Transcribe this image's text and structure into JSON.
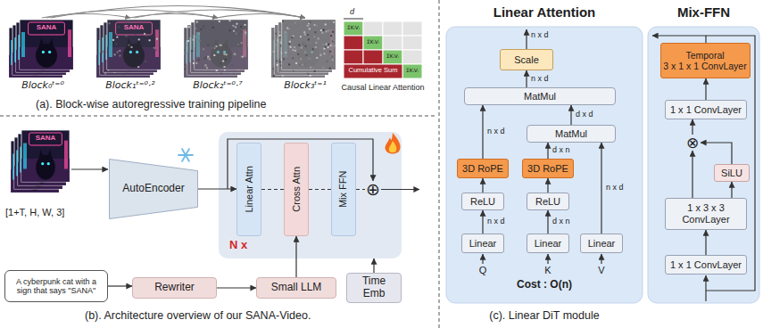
{
  "diagram": {
    "nodes": [
      {
        "text": [
          "N x"
        ]
      },
      {
        "text": [
          "Linear Attn"
        ],
        "in": 0
      },
      {
        "text": [
          "Cross Attn"
        ],
        "in": 0
      },
      {
        "text": [
          "Mix FFN"
        ],
        "in": 0
      },
      {
        "text": [
          "⊕"
        ],
        "in": 0
      },
      {
        "text": [
          "AutoEncoder"
        ]
      },
      {
        "text": [
          "A cyberpunk cat with a sign that says \"SANA\""
        ]
      },
      {
        "text": [
          "Rewriter"
        ]
      },
      {
        "text": [
          "Small LLM"
        ]
      },
      {
        "text": [
          "Time Emb"
        ]
      },
      {
        "text": [
          "Linear Attention",
          "Cost : O(n)"
        ]
      },
      {
        "text": [
          "Scale"
        ],
        "in": 10
      },
      {
        "text": [
          "MatMul"
        ],
        "in": 10
      },
      {
        "text": [
          "MatMul"
        ],
        "in": 10
      },
      {
        "text": [
          "3D RoPE"
        ],
        "in": 10
      },
      {
        "text": [
          "3D RoPE"
        ],
        "in": 10
      },
      {
        "text": [
          "ReLU"
        ],
        "in": 10
      },
      {
        "text": [
          "ReLU"
        ],
        "in": 10
      },
      {
        "text": [
          "Linear"
        ],
        "in": 10
      },
      {
        "text": [
          "Linear"
        ],
        "in": 10
      },
      {
        "text": [
          "Linear"
        ],
        "in": 10
      },
      {
        "text": [
          "Mix-FFN"
        ]
      },
      {
        "text": [
          "Temporal",
          "3 x 1 x 1 ConvLayer"
        ],
        "in": 21
      },
      {
        "text": [
          "1 x 1 ConvLayer"
        ],
        "in": 21
      },
      {
        "text": [
          "⊗"
        ],
        "in": 21
      },
      {
        "text": [
          "SiLU"
        ],
        "in": 21
      },
      {
        "text": [
          "1 x 3 x 3 ConvLayer"
        ],
        "in": 21
      },
      {
        "text": [
          "1 x 1 ConvLayer"
        ],
        "in": 21
      }
    ],
    "edges": [
      {
        "from": 5,
        "to": 1,
        "arrow": "to"
      },
      {
        "from": 1,
        "to": 2,
        "arrow": "none"
      },
      {
        "from": 2,
        "to": 3,
        "arrow": "none"
      },
      {
        "from": 3,
        "to": 4,
        "arrow": "none"
      },
      {
        "from": 6,
        "to": 7,
        "arrow": "to"
      },
      {
        "from": 7,
        "to": 8,
        "arrow": "to"
      },
      {
        "from": 8,
        "to": 2,
        "arrow": "to"
      },
      {
        "from": 9,
        "to": 0,
        "arrow": "to"
      },
      {
        "from": 18,
        "to": 16,
        "arrow": "to",
        "label": "n x d"
      },
      {
        "from": 16,
        "to": 14,
        "arrow": "to"
      },
      {
        "from": 14,
        "to": 12,
        "arrow": "to",
        "label": "n x d"
      },
      {
        "from": 19,
        "to": 17,
        "arrow": "to",
        "label": "d x n"
      },
      {
        "from": 17,
        "to": 15,
        "arrow": "to"
      },
      {
        "from": 15,
        "to": 13,
        "arrow": "to",
        "label": "d x n"
      },
      {
        "from": 20,
        "to": 13,
        "arrow": "to",
        "label": "n x d"
      },
      {
        "from": 13,
        "to": 12,
        "arrow": "to",
        "label": "d x d"
      },
      {
        "from": 12,
        "to": 11,
        "arrow": "to",
        "label": "n x d"
      },
      {
        "from": 27,
        "to": 26,
        "arrow": "to"
      },
      {
        "from": 26,
        "to": 24,
        "arrow": "to"
      },
      {
        "from": 26,
        "to": 25,
        "arrow": "to"
      },
      {
        "from": 25,
        "to": 24,
        "arrow": "to"
      },
      {
        "from": 24,
        "to": 23,
        "arrow": "to"
      },
      {
        "from": 23,
        "to": 22,
        "arrow": "to"
      }
    ],
    "labels": [
      "SANA",
      "SANA",
      "Block₀ᵗ⁼⁰",
      "Block₁ᵗ⁼⁰·²",
      "Block₂ᵗ⁼⁰·⁷",
      "Block₃ᵗ⁼¹",
      "d",
      "ΣKᵢVᵢ",
      "ΣKᵢVᵢ",
      "ΣKᵢVᵢ",
      "ΣKᵢVᵢ",
      "Cumulative Sum",
      "Causal Linear Attention",
      "(a). Block-wise autoregressive training pipeline",
      "SANA",
      "[1+T, H, W, 3]",
      "(b). Architecture overview of our SANA-Video.",
      "n x d",
      "Q",
      "K",
      "V",
      "(c). Linear DiT module"
    ]
  }
}
